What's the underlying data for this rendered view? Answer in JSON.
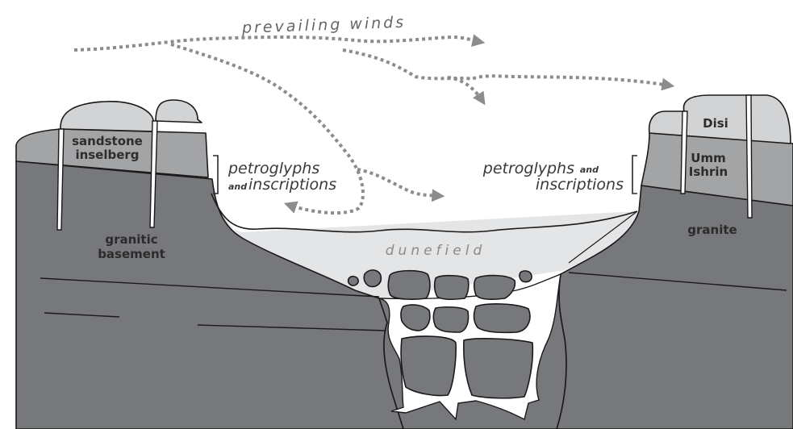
{
  "labels": {
    "prevailing_winds": "prevailing winds",
    "sandstone_line1": "sandstone",
    "sandstone_line2": "inselberg",
    "petro_left_main": "petroglyphs",
    "petro_left_and": "and",
    "petro_left_insc": "inscriptions",
    "petro_right_main": "petroglyphs",
    "petro_right_and": "and",
    "petro_right_insc": "inscriptions",
    "disi": "Disi",
    "umm_line1": "Umm",
    "umm_line2": "Ishrin",
    "granite": "granite",
    "granitic_line1": "granitic",
    "granitic_line2": "basement",
    "dunefield": "dunefield"
  },
  "colors": {
    "granite": "#77787b",
    "sandstone": "#a3a4a6",
    "cap": "#d2d3d5",
    "dune": "#e4e5e6",
    "wind": "#8c8c8c",
    "outline": "#1a1a1a"
  }
}
